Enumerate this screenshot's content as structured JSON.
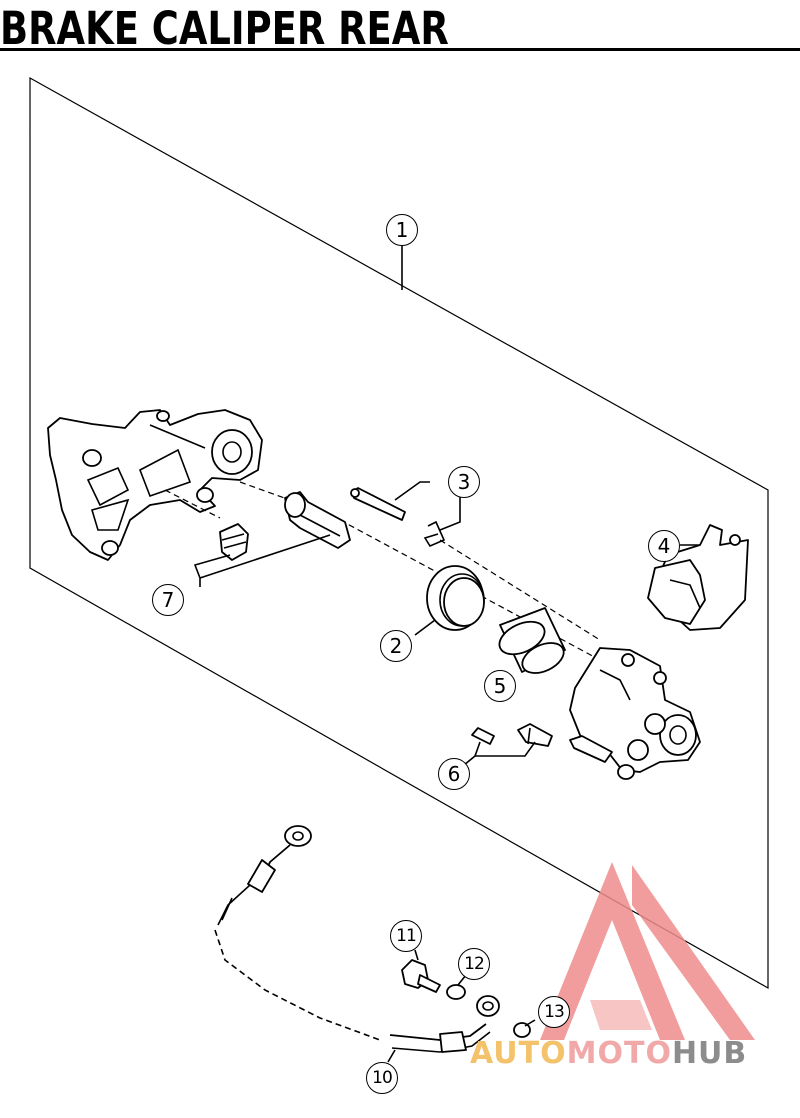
{
  "title": "BRAKE CALIPER REAR",
  "callouts": [
    "1",
    "2",
    "3",
    "4",
    "5",
    "6",
    "7",
    "10",
    "11",
    "12",
    "13"
  ],
  "watermark": {
    "text_parts": [
      "AUTO",
      "MOTO",
      "HUB"
    ],
    "colors": {
      "auto": "#f4c26a",
      "moto": "#f0a8a8",
      "hub": "#8c8c8c",
      "logo": "#f08c8c"
    }
  }
}
